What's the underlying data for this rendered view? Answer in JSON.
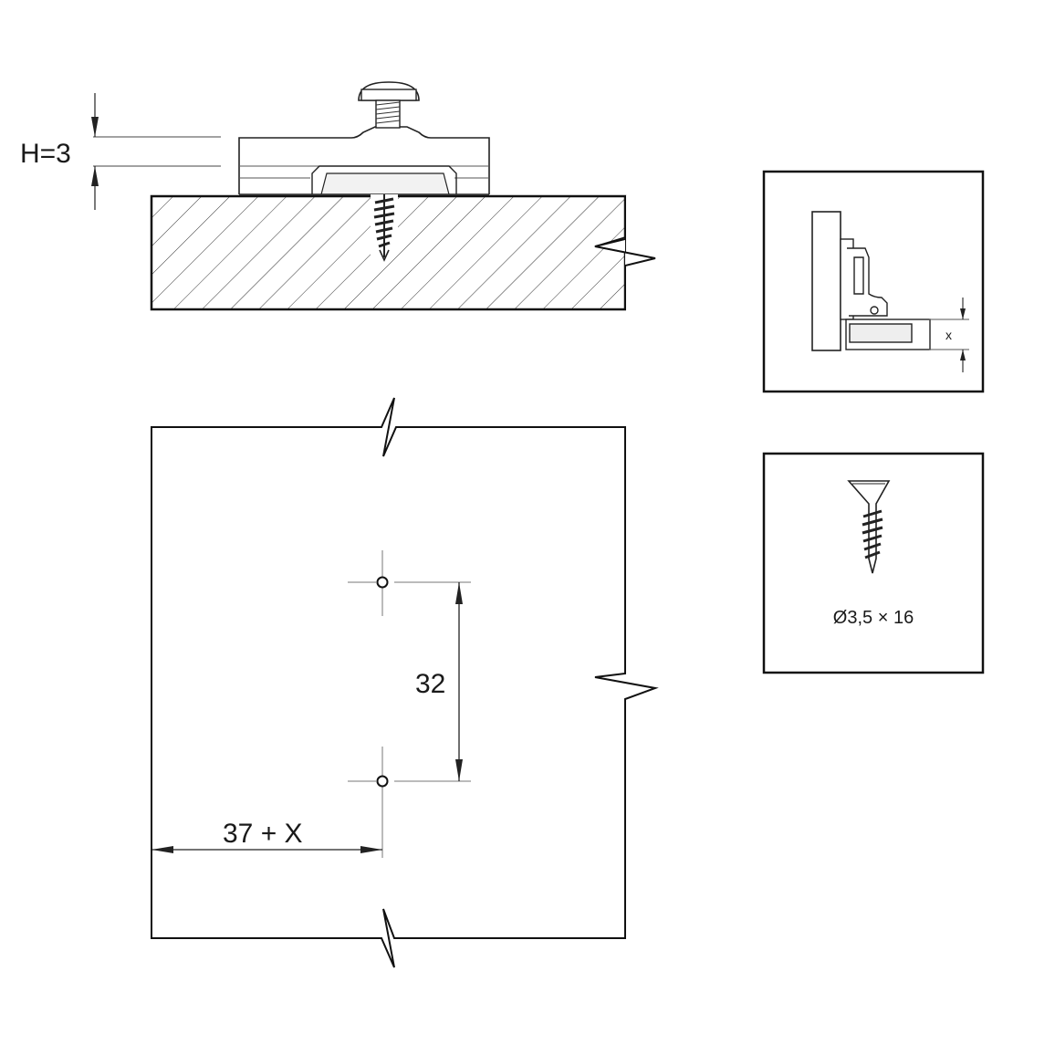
{
  "mounting_plate_view": {
    "height_label": "H=3"
  },
  "drilling_layout": {
    "hole_spacing_label": "32",
    "edge_distance_label": "37 + X"
  },
  "hinge_detail": {
    "offset_label": "x"
  },
  "screw_detail": {
    "screw_spec_label": "Ø3,5 × 16"
  }
}
